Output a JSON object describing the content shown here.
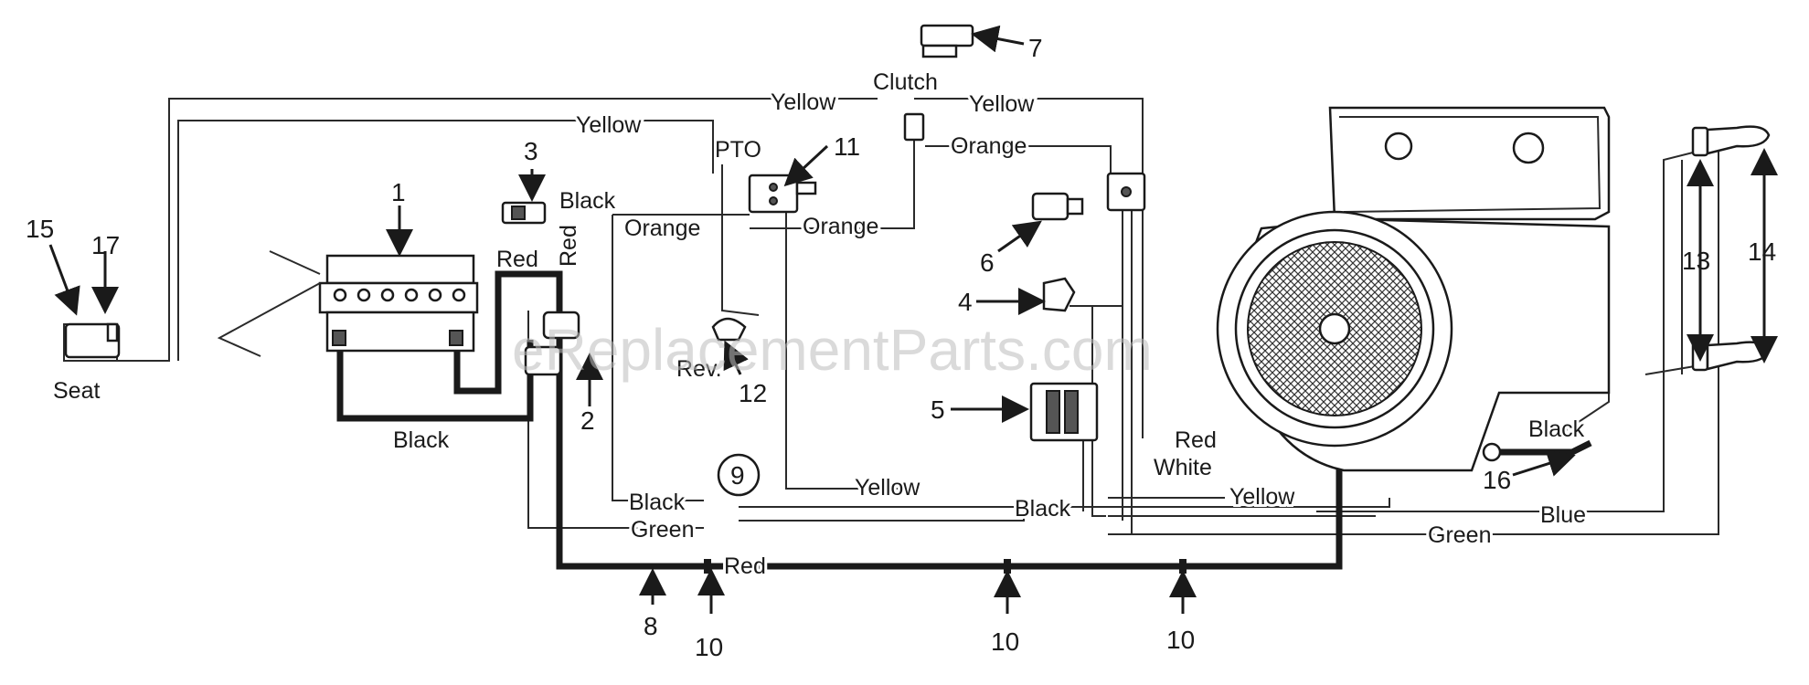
{
  "callouts": {
    "n1": "1",
    "n2": "2",
    "n3": "3",
    "n4": "4",
    "n5": "5",
    "n6": "6",
    "n7": "7",
    "n8": "8",
    "n9": "9",
    "n10a": "10",
    "n10b": "10",
    "n10c": "10",
    "n11": "11",
    "n12": "12",
    "n13": "13",
    "n14": "14",
    "n15": "15",
    "n16": "16",
    "n17": "17"
  },
  "labels": {
    "seat": "Seat",
    "clutch": "Clutch",
    "pto": "PTO",
    "rev": "Rev."
  },
  "wires": {
    "yellow_top": "Yellow",
    "yellow_clutch_right": "Yellow",
    "yellow_second": "Yellow",
    "orange_clutch": "Orange",
    "black_switch3": "Black",
    "red_horizontal": "Red",
    "red_vertical": "Red",
    "orange_left": "Orange",
    "orange_mid": "Orange",
    "black_battery": "Black",
    "yellow_lower": "Yellow",
    "black_lower_left": "Black",
    "green_lower_left": "Green",
    "black_lower_mid": "Black",
    "red_bottom": "Red",
    "red_engine": "Red",
    "white_engine": "White",
    "yellow_engine": "Yellow",
    "blue": "Blue",
    "green_right": "Green",
    "black_ground": "Black"
  },
  "watermark": "eReplacementParts.com"
}
